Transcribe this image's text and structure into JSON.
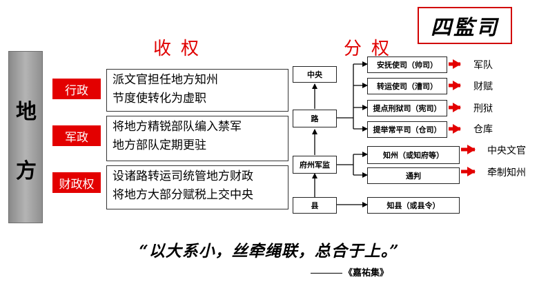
{
  "side_label": [
    "地",
    "方"
  ],
  "stamp": "四監司",
  "headings": {
    "left": "收权",
    "right": "分权"
  },
  "measures": [
    {
      "label": "行政",
      "lines": [
        "派文官担任地方知州",
        "节度使转化为虚职"
      ]
    },
    {
      "label": "军政",
      "lines": [
        "将地方精锐部队编入禁军",
        "地方部队定期更驻"
      ]
    },
    {
      "label": "财政权",
      "lines": [
        "设诸路转运司统管地方财政",
        "将地方大部分赋税上交中央"
      ]
    }
  ],
  "hierarchy": {
    "central": "中央",
    "circuit": "路",
    "prefecture": "府州军监",
    "county": "县"
  },
  "circuit_offices": [
    {
      "name": "安抚使司（帅司）",
      "duty": "军队"
    },
    {
      "name": "转运使司（漕司）",
      "duty": "财赋"
    },
    {
      "name": "提点刑狱司（宪司）",
      "duty": "刑狱"
    },
    {
      "name": "提举常平司（仓司）",
      "duty": "仓库"
    }
  ],
  "prefecture_offices": [
    {
      "name": "知州（或知府等）",
      "note": "中央文官"
    },
    {
      "name": "通判",
      "note": "牵制知州"
    }
  ],
  "county_office": "知县（或县令）",
  "quote": "“以大系小，丝牵绳联，总合于上。”",
  "quote_source": "《嘉祐集》",
  "colors": {
    "accent_red": "#e30000",
    "stamp_border": "#d10000"
  }
}
